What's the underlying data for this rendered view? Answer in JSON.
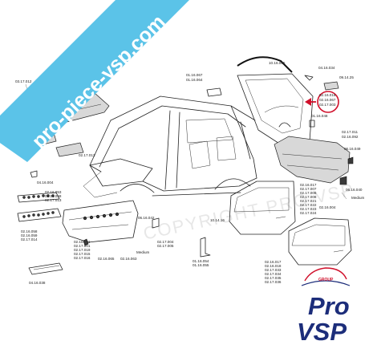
{
  "watermark": {
    "banner_text": "pro-piece-vsp.com",
    "banner_color": "#5bc3e8",
    "center_text": "COPYRIGHT PRO VSP"
  },
  "logo": {
    "top_word": "Pro",
    "bottom_word": "VSP",
    "group_word": "GROUP",
    "brand_color": "#1c2d7a",
    "accent_color": "#d0102b"
  },
  "highlight": {
    "color": "#d0102b"
  },
  "labels": {
    "roof_panel": [
      "02.16.015",
      "02.17.002"
    ],
    "hood_side": "03.17.012",
    "seal_strip": "02.17.013",
    "small_clip_left": "04.16.004",
    "grille_upper": [
      "02.16.053",
      "02.16.058",
      "02.17.013"
    ],
    "grille_lower": [
      "02.16.058",
      "02.16.059",
      "02.17.014"
    ],
    "front_bumper": [
      "02.16.001",
      "02.17.001",
      "02.17.019",
      "02.17.015",
      "02.17.016"
    ],
    "bumper_clip": "02.16.065",
    "bumper_right": "02.16.063",
    "medium_1": "Medium",
    "fog_grille": "04.16.038",
    "fender_clip": "06.16.042",
    "hinge_center": [
      "02.17.004",
      "02.17.005"
    ],
    "roof_bracket": [
      "01.16.067",
      "01.16.064"
    ],
    "rear_seal": "10.16.005",
    "hatch_clip": "04.16.034",
    "hatch_small": "09.14.25",
    "hatch_main": [
      "02.16.016",
      "02.16.067",
      "02.17.003"
    ],
    "hatch_lower": "01.16.048",
    "rear_bumper": [
      "02.17.011",
      "02.16.092"
    ],
    "rear_clip": "06.16.049",
    "rear_fix": "06.16.040",
    "medium_2": "Medium",
    "rear_bumper_lower": "02.16.004",
    "door_left": [
      "02.16.017",
      "02.17.007",
      "02.17.006",
      "02.17.008",
      "02.17.021",
      "02.17.022",
      "02.17.023",
      "02.17.024"
    ],
    "sill": "10.14.16",
    "b_bracket": [
      "01.16.054",
      "01.16.055"
    ],
    "door_right": [
      "02.16.017",
      "02.16.018",
      "02.17.033",
      "02.17.034",
      "02.17.035",
      "02.17.036"
    ]
  }
}
